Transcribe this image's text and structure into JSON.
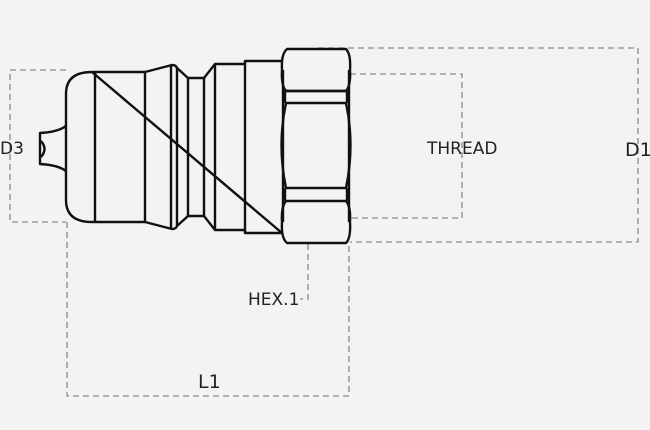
{
  "labels": {
    "d3": "D3",
    "thread": "THREAD",
    "d1": "D1",
    "hex": "HEX.1",
    "l1": "L1"
  },
  "colors": {
    "outline": "#111111",
    "dimension": "#8a8a8a",
    "background": "#f3f3f3"
  }
}
